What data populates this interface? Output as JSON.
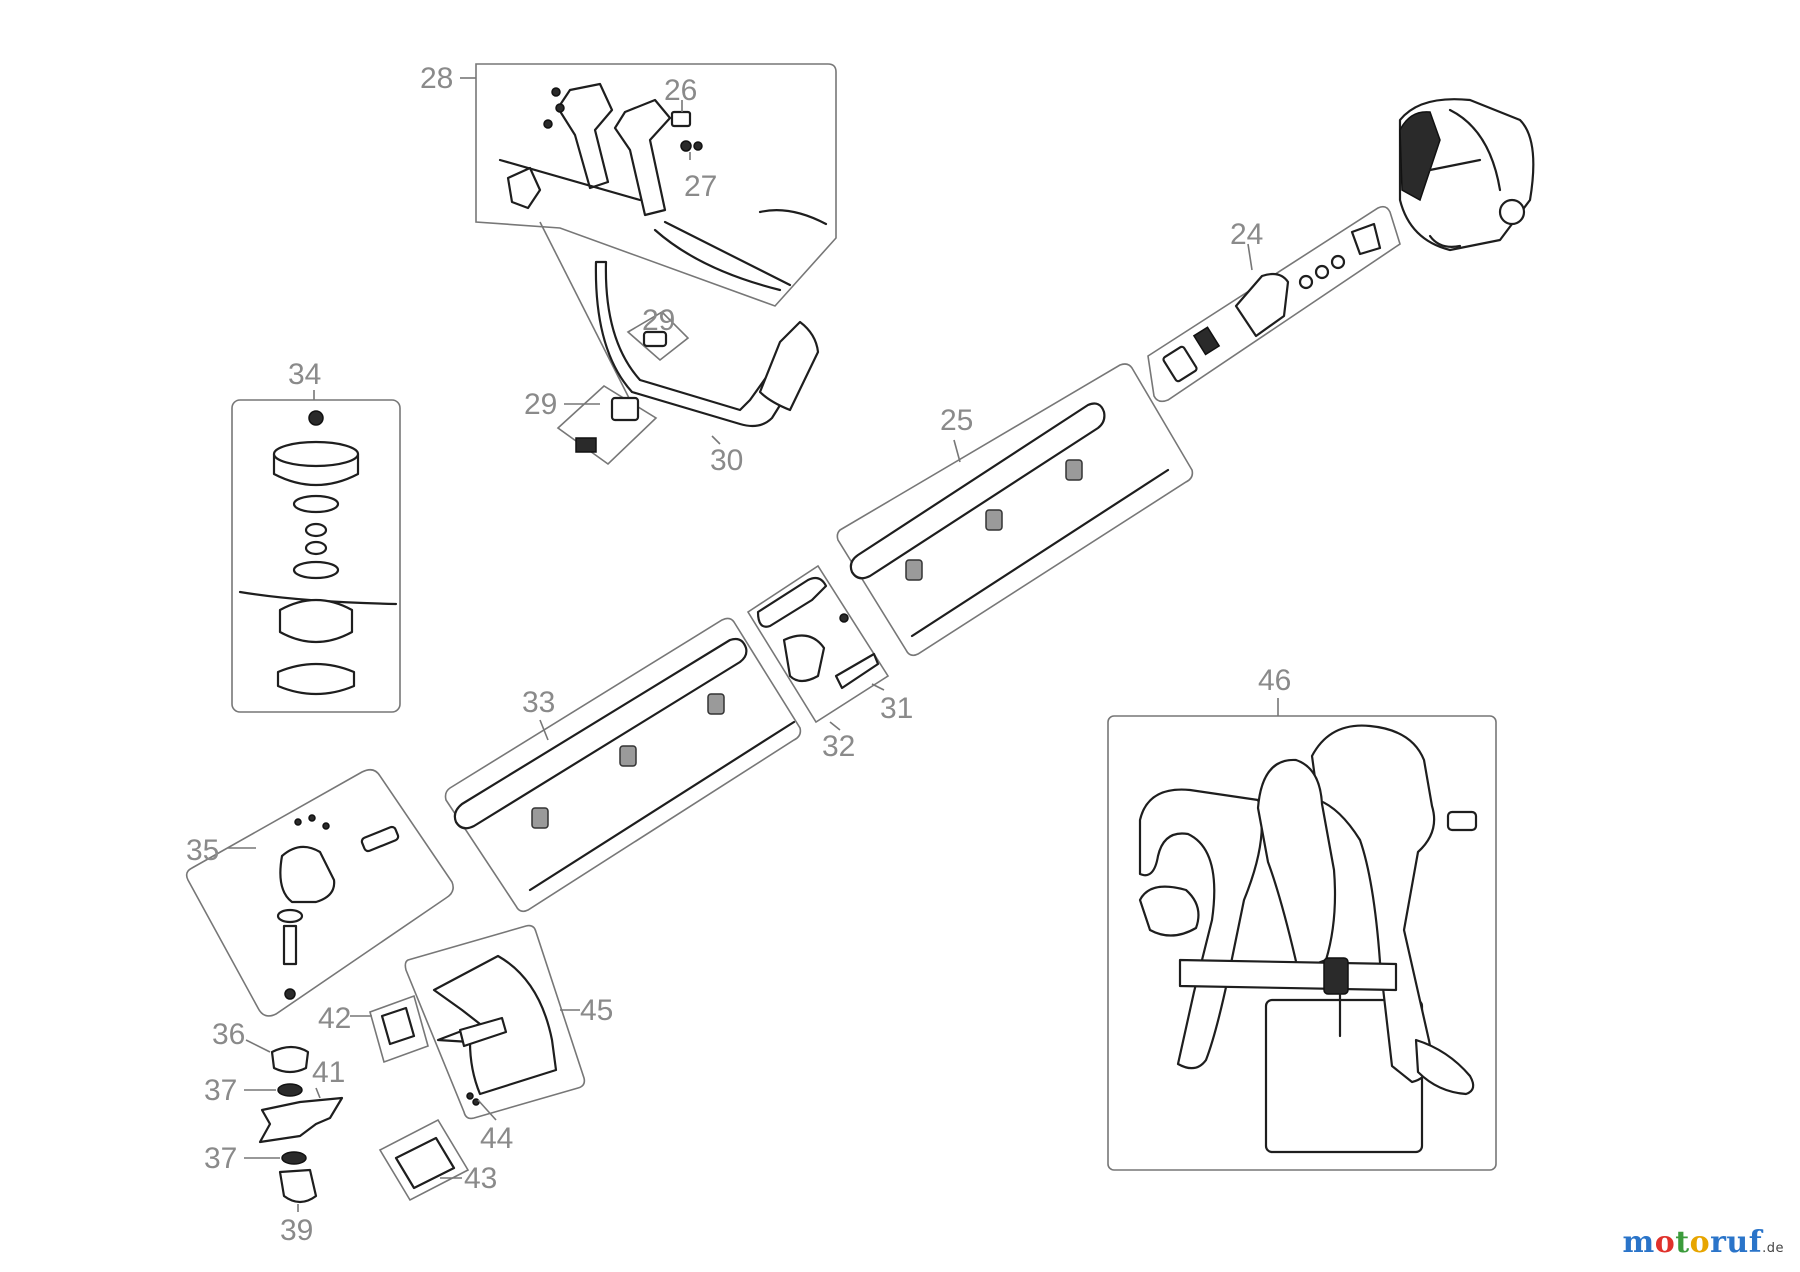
{
  "callouts": {
    "c24": "24",
    "c25": "25",
    "c26": "26",
    "c27": "27",
    "c28": "28",
    "c29a": "29",
    "c29b": "29",
    "c30": "30",
    "c31": "31",
    "c32": "32",
    "c33": "33",
    "c34": "34",
    "c35": "35",
    "c36": "36",
    "c37a": "37",
    "c37b": "37",
    "c39": "39",
    "c41": "41",
    "c42": "42",
    "c43": "43",
    "c44": "44",
    "c45": "45",
    "c46": "46"
  },
  "watermark": {
    "p1": "m",
    "p2": "o",
    "p3": "t",
    "p4": "o",
    "p5": "ruf",
    "tld": ".de"
  }
}
